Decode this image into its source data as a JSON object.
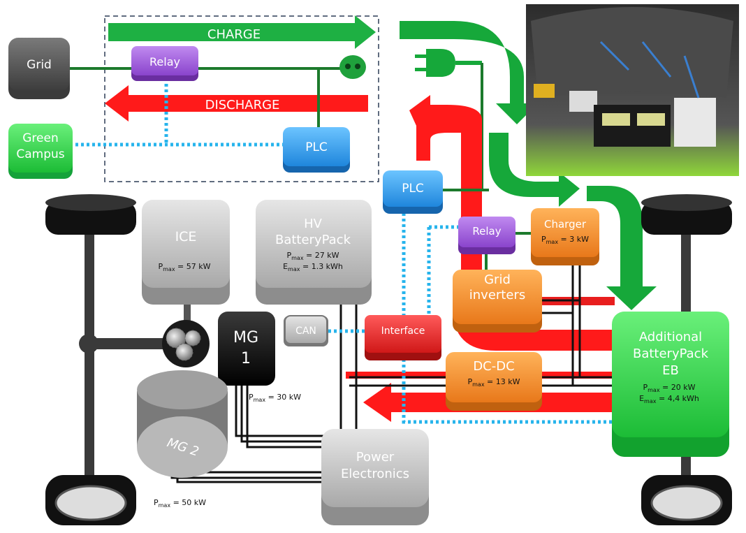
{
  "blocks": {
    "grid": {
      "label": "Grid"
    },
    "relay_top": {
      "label": "Relay"
    },
    "green_campus": {
      "line1": "Green",
      "line2": "Campus"
    },
    "plc_top": {
      "label": "PLC"
    },
    "plc_mid": {
      "label": "PLC"
    },
    "relay_mid": {
      "label": "Relay"
    },
    "charger": {
      "label": "Charger",
      "pmax_value": " = 3 kW"
    },
    "grid_inverters": {
      "line1": "Grid",
      "line2": "inverters"
    },
    "ice": {
      "label": "ICE",
      "pmax_value": " = 57 kW"
    },
    "hv_battery": {
      "line1": "HV",
      "line2": "BatteryPack",
      "pmax_value": " = 27 kW",
      "emax_value": " = 1.3 kWh"
    },
    "mg1": {
      "line1": "MG",
      "line2": "1",
      "pmax_value": " = 30 kW"
    },
    "mg2": {
      "label": "MG 2",
      "pmax_value": " = 50 kW"
    },
    "can": {
      "label": "CAN"
    },
    "interface": {
      "label": "Interface"
    },
    "dcdc": {
      "label": "DC-DC",
      "pmax_value": " = 13 kW"
    },
    "additional_battery": {
      "line1": "Additional",
      "line2": "BatteryPack",
      "line3": "EB",
      "pmax_value": " = 20 kW",
      "emax_value": " = 4,4 kWh"
    },
    "power_electronics": {
      "line1": "Power",
      "line2": "Electronics"
    }
  },
  "arrows": {
    "charge": "CHARGE",
    "discharge": "DISCHARGE"
  },
  "symbols": {
    "p_main": "P",
    "e_main": "E",
    "sub_max": "max"
  },
  "colors": {
    "grey_block": "#c8c8c8",
    "dark_block": "#555555",
    "purple": "#9b59d6",
    "blue": "#2e9cf0",
    "orange": "#f5902a",
    "red": "#e02020",
    "green": "#16a53a",
    "bright_green": "#32d84a",
    "dotted": "#27b4ec"
  },
  "icons": {
    "plug": "plug-icon",
    "socket": "socket-icon",
    "photo": "car-trunk-photo"
  }
}
